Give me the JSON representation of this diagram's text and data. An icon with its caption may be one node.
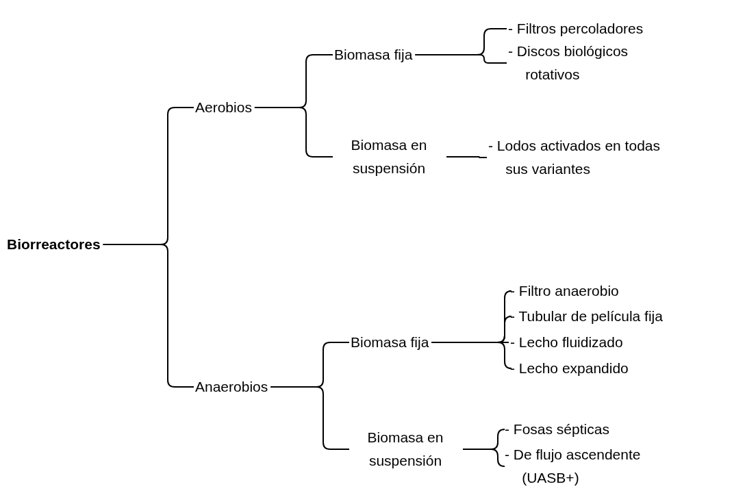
{
  "diagram": {
    "nodes": [
      {
        "text": [
          "Biorreactores"
        ]
      },
      {
        "text": [
          "Aerobios"
        ]
      },
      {
        "text": [
          "Anaerobios"
        ]
      },
      {
        "text": [
          "Biomasa fija"
        ]
      },
      {
        "text": [
          "Biomasa en suspensión"
        ]
      },
      {
        "text": [
          "- Filtros percoladores"
        ]
      },
      {
        "text": [
          "- Discos biológicos rotativos"
        ]
      },
      {
        "text": [
          "- Lodos activados en todas sus variantes"
        ]
      },
      {
        "text": [
          "Biomasa fija"
        ]
      },
      {
        "text": [
          "Biomasa en suspensión"
        ]
      },
      {
        "text": [
          "- Filtro anaerobio"
        ]
      },
      {
        "text": [
          "- Tubular de película fija"
        ]
      },
      {
        "text": [
          "- Lecho fluidizado"
        ]
      },
      {
        "text": [
          "- Lecho expandido"
        ]
      },
      {
        "text": [
          "- Fosas sépticas"
        ]
      },
      {
        "text": [
          "- De flujo ascendente (UASB+)"
        ]
      }
    ],
    "edges": [
      {
        "from": 0,
        "to": 1,
        "arrow": "none"
      },
      {
        "from": 0,
        "to": 2,
        "arrow": "none"
      },
      {
        "from": 1,
        "to": 3,
        "arrow": "none"
      },
      {
        "from": 1,
        "to": 4,
        "arrow": "none"
      },
      {
        "from": 3,
        "to": 5,
        "arrow": "none"
      },
      {
        "from": 3,
        "to": 6,
        "arrow": "none"
      },
      {
        "from": 4,
        "to": 7,
        "arrow": "none"
      },
      {
        "from": 2,
        "to": 8,
        "arrow": "none"
      },
      {
        "from": 2,
        "to": 9,
        "arrow": "none"
      },
      {
        "from": 8,
        "to": 10,
        "arrow": "none"
      },
      {
        "from": 8,
        "to": 11,
        "arrow": "none"
      },
      {
        "from": 8,
        "to": 12,
        "arrow": "none"
      },
      {
        "from": 8,
        "to": 13,
        "arrow": "none"
      },
      {
        "from": 9,
        "to": 14,
        "arrow": "none"
      },
      {
        "from": 9,
        "to": 15,
        "arrow": "none"
      }
    ]
  }
}
